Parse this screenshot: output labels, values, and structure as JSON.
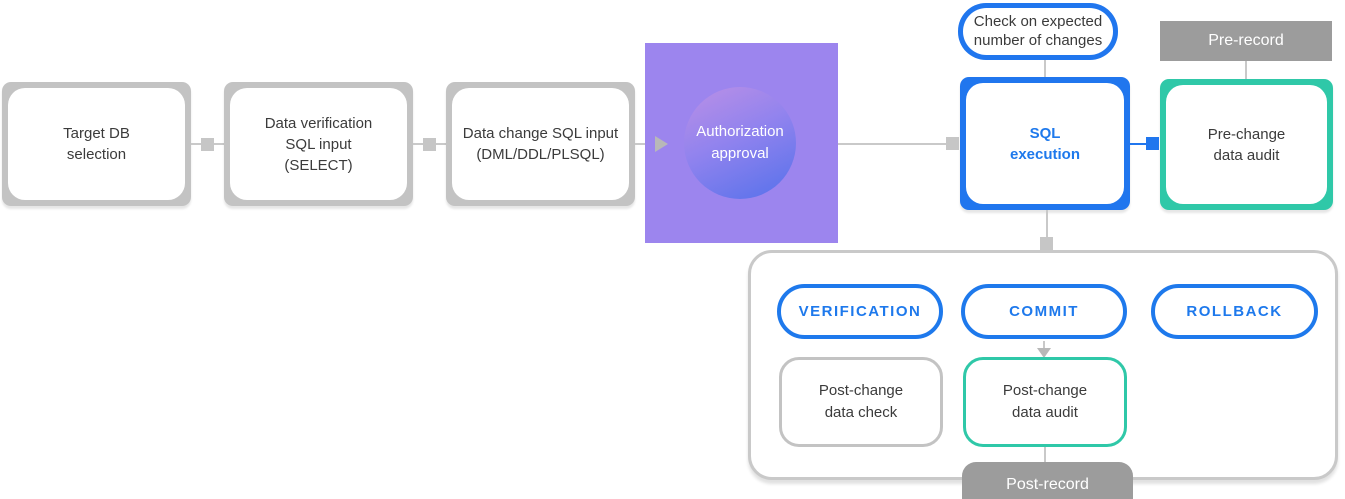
{
  "palette": {
    "blue": "#2076ee",
    "teal": "#2fc8a8",
    "purple_bg": "#9c85ee",
    "purple_gradient_start": "#bb90e6",
    "purple_gradient_end": "#5571eb",
    "gray_node_border": "#c3c3c3",
    "gray_connector": "#c9c9c9",
    "gray_bar": "#9c9c9c",
    "text_dark": "#3b3b3b",
    "text_white": "#ffffff"
  },
  "nodes": {
    "target_db": {
      "lines": [
        "Target DB",
        "selection"
      ]
    },
    "data_verification": {
      "lines": [
        "Data verification",
        "SQL input",
        "(SELECT)"
      ]
    },
    "data_change": {
      "lines": [
        "Data change SQL input",
        "(DML/DDL/PLSQL)"
      ]
    },
    "authorization": {
      "lines": [
        "Authorization",
        "approval"
      ]
    },
    "check_expected": {
      "lines": [
        "Check on expected",
        "number of changes"
      ]
    },
    "pre_record": {
      "label": "Pre-record"
    },
    "sql_execution": {
      "lines": [
        "SQL",
        "execution"
      ]
    },
    "pre_change_audit": {
      "lines": [
        "Pre-change",
        "data audit"
      ]
    },
    "verification_pill": {
      "label": "VERIFICATION"
    },
    "commit_pill": {
      "label": "COMMIT"
    },
    "rollback_pill": {
      "label": "ROLLBACK"
    },
    "post_change_check": {
      "lines": [
        "Post-change",
        "data check"
      ]
    },
    "post_change_audit": {
      "lines": [
        "Post-change",
        "data audit"
      ]
    },
    "post_record": {
      "label": "Post-record"
    }
  }
}
